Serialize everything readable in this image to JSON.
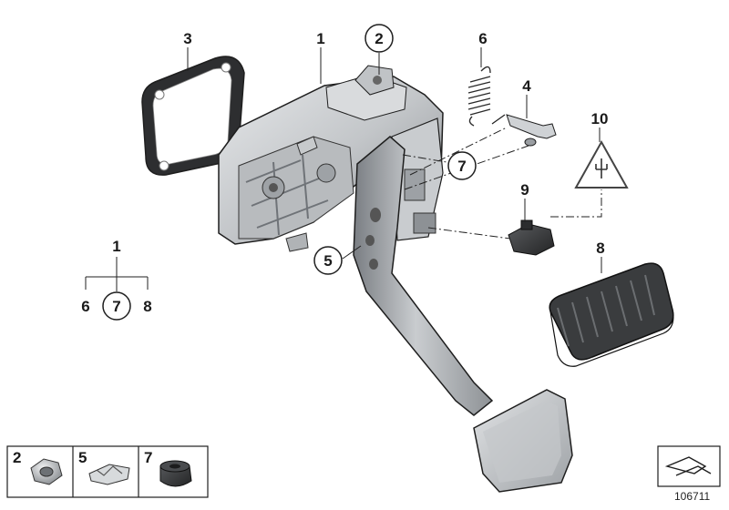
{
  "callouts": {
    "gasket": "3",
    "bracket": "1",
    "nut": "2",
    "spring": "6",
    "pin": "4",
    "cap": "7",
    "switch": "9",
    "warning": "10",
    "pad": "8",
    "grommet": "5"
  },
  "set_tree": {
    "top": "1",
    "left": "6",
    "middle": "7",
    "right": "8"
  },
  "legend": [
    {
      "num": "2",
      "part": "hex-nut"
    },
    {
      "num": "5",
      "part": "clip-nut"
    },
    {
      "num": "7",
      "part": "rubber-grommet"
    }
  ],
  "diagram_id": "106711",
  "colors": {
    "metal_light": "#d4d6d8",
    "metal_mid": "#a9adb1",
    "metal_dark": "#6f7378",
    "rubber": "#3a3c3e",
    "outline": "#1e1e1e"
  }
}
